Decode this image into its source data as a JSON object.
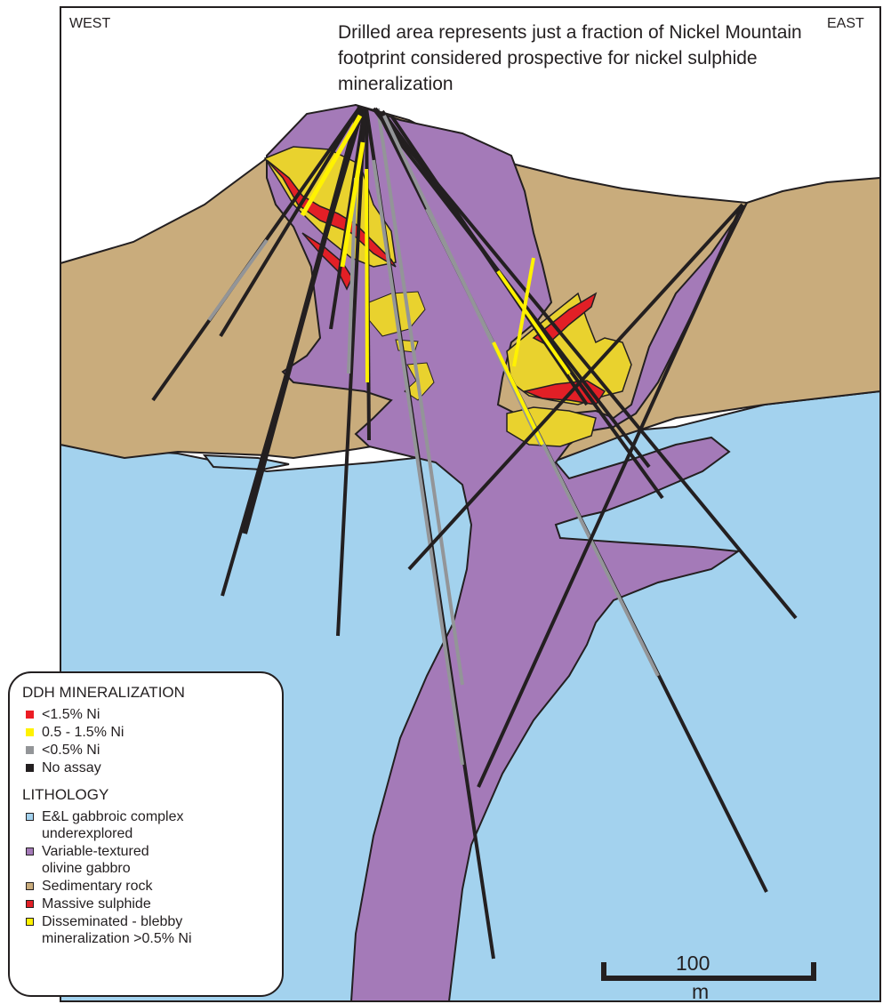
{
  "labels": {
    "west": "WEST",
    "east": "EAST",
    "note": "Drilled area represents just a fraction of Nickel Mountain footprint considered prospective for nickel sulphide mineralization"
  },
  "legend": {
    "mineralization_heading": "DDH MINERALIZATION",
    "mineralization_items": [
      {
        "label": "<1.5% Ni",
        "color": "#ec1c24"
      },
      {
        "label": "0.5 - 1.5% Ni",
        "color": "#fff200"
      },
      {
        "label": "<0.5% Ni",
        "color": "#939598"
      },
      {
        "label": "No assay",
        "color": "#231f20"
      }
    ],
    "lithology_heading": "LITHOLOGY",
    "lithology_items": [
      {
        "label": "E&L gabbroic complex\nunderexplored",
        "color": "#a3d2ee"
      },
      {
        "label": "Variable-textured\nolivine gabbro",
        "color": "#a47ab8"
      },
      {
        "label": "Sedimentary rock",
        "color": "#c9ac7c"
      },
      {
        "label": "Massive sulphide",
        "color": "#e21f26"
      },
      {
        "label": "Disseminated - blebby\nmineralization >0.5% Ni",
        "color": "#fff200"
      }
    ]
  },
  "scale": {
    "value": "100",
    "unit": "m"
  },
  "colors": {
    "gabbro_complex": "#a3d2ee",
    "olivine_gabbro": "#a47ab8",
    "sedimentary": "#c9ac7c",
    "massive_sulphide": "#e21f26",
    "disseminated": "#e9d22e",
    "outline": "#231f20"
  }
}
